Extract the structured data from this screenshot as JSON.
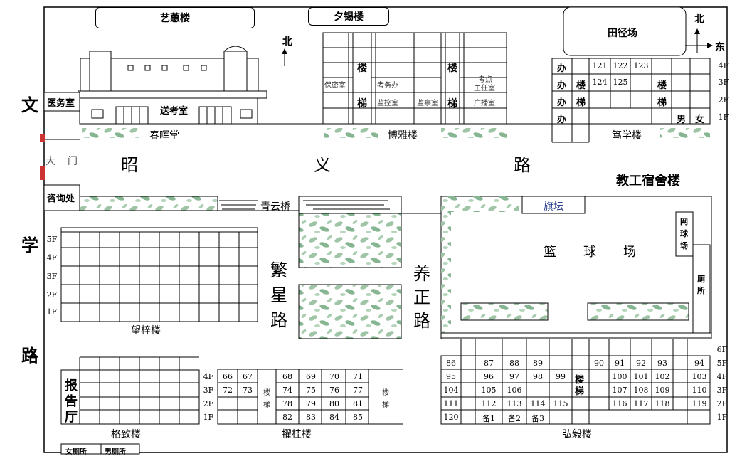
{
  "roads": {
    "wenxue": [
      "文",
      "学",
      "路"
    ],
    "zhaoyi": [
      "昭",
      "义",
      "路"
    ],
    "fanxing": [
      "繁",
      "星",
      "路"
    ],
    "yangzheng": [
      "养",
      "正",
      "路"
    ]
  },
  "compass_top": {
    "north": "北"
  },
  "compass_right": {
    "north": "北",
    "east": "东"
  },
  "buildings": {
    "yihui": "艺蕙楼",
    "xixi": "夕锡楼",
    "tianjing": "田径场",
    "chunhui": "春晖堂",
    "boya": "博雅楼",
    "duxue": "笃学楼",
    "teacher_dorm": "教工宿舍楼",
    "wangzi": "望梓楼",
    "gezhi": "格致楼",
    "zhuogui": "擢桂楼",
    "hongyi": "弘毅楼",
    "qingyun": "青云桥",
    "basketball": [
      "篮",
      "球",
      "场"
    ],
    "flag": "旗坛"
  },
  "rooms": {
    "medical": "医务室",
    "send_exam": "送考室",
    "gate": [
      "大",
      "门"
    ],
    "consult": "咨询处",
    "baomi": "保密室",
    "kaowu": "考务办",
    "jiankong": "监控室",
    "jiancha": "监察室",
    "kaodian": [
      "考点",
      "主任室"
    ],
    "guangbo": "广播室",
    "stairs_v": [
      "楼",
      "梯"
    ],
    "office": "办",
    "male": "男",
    "female": "女",
    "tennis": [
      "网",
      "球",
      "场"
    ],
    "toilet": [
      "厕",
      "所"
    ],
    "report_hall": [
      "报",
      "告",
      "厅"
    ],
    "female_wc": "女厕所",
    "male_wc": "男厕所"
  },
  "floors_4": [
    "4F",
    "3F",
    "2F",
    "1F"
  ],
  "floors_5": [
    "5F",
    "4F",
    "3F",
    "2F",
    "1F"
  ],
  "floors_6": [
    "6F",
    "5F",
    "4F",
    "3F",
    "2F",
    "1F"
  ],
  "duxue_rooms": {
    "r4": [
      "121",
      "122",
      "123"
    ],
    "r3": [
      "124",
      "125"
    ]
  },
  "zhuogui_rooms": {
    "left": [
      [
        "66",
        "67"
      ],
      [
        "72",
        "73"
      ]
    ],
    "right": [
      [
        "68",
        "69",
        "70",
        "71"
      ],
      [
        "74",
        "75",
        "76",
        "77"
      ],
      [
        "78",
        "79",
        "80",
        "81"
      ],
      [
        "82",
        "83",
        "84",
        "85"
      ]
    ]
  },
  "hongyi_rooms": {
    "col_a": [
      "86",
      "95",
      "104",
      "111",
      "120"
    ],
    "left_block": [
      [
        "87",
        "88",
        "89",
        ""
      ],
      [
        "96",
        "97",
        "98",
        "99"
      ],
      [
        "105",
        "106",
        "",
        ""
      ],
      [
        "112",
        "113",
        "114",
        "115"
      ],
      [
        "备1",
        "备2",
        "备3",
        ""
      ]
    ],
    "right_block": [
      [
        "90",
        "91",
        "92",
        "93"
      ],
      [
        "",
        "100",
        "101",
        "102"
      ],
      [
        "",
        "107",
        "108",
        "109"
      ],
      [
        "",
        "116",
        "117",
        "118"
      ],
      [
        "",
        "",
        "",
        ""
      ]
    ],
    "col_z": [
      "94",
      "103",
      "110",
      "119",
      ""
    ]
  }
}
